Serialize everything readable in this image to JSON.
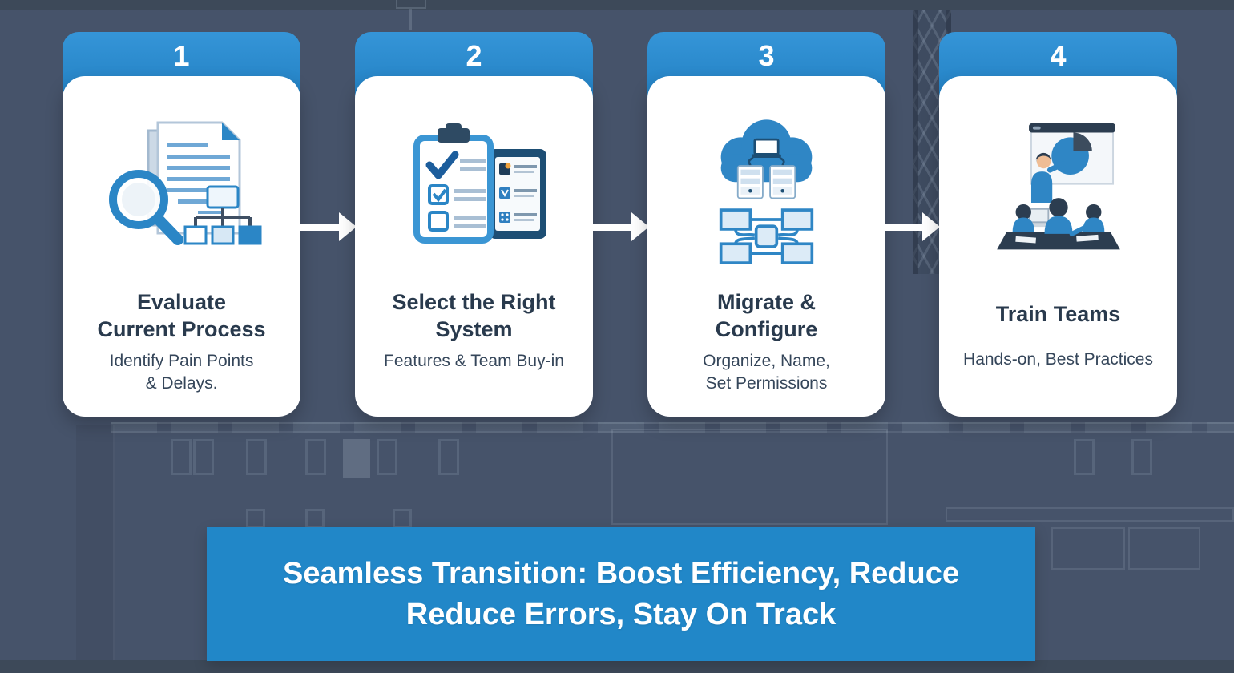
{
  "steps": [
    {
      "number": "1",
      "title_lines": [
        "Evaluate",
        "Current Process"
      ],
      "subtitle_lines": [
        "Identify Pain Points",
        "& Delays."
      ],
      "icon": "document-search-icon"
    },
    {
      "number": "2",
      "title_lines": [
        "Select the Right",
        "System"
      ],
      "subtitle_lines": [
        "Features & Team Buy-in"
      ],
      "icon": "checklist-tablet-icon"
    },
    {
      "number": "3",
      "title_lines": [
        "Migrate &",
        "Configure"
      ],
      "subtitle_lines": [
        "Organize, Name,",
        "Set Permissions"
      ],
      "icon": "cloud-migration-icon"
    },
    {
      "number": "4",
      "title_lines": [
        "Train Teams"
      ],
      "subtitle_lines": [
        "Hands-on, Best Practices"
      ],
      "icon": "training-presentation-icon"
    }
  ],
  "banner": {
    "line1": "Seamless Transition: Boost Efficiency, Reduce",
    "line2": "Reduce Errors, Stay On Track"
  },
  "colors": {
    "background": "#46536a",
    "accent_blue": "#2187c8",
    "card_white": "#ffffff",
    "title_text": "#293a4d",
    "banner_text": "#ffffff"
  }
}
